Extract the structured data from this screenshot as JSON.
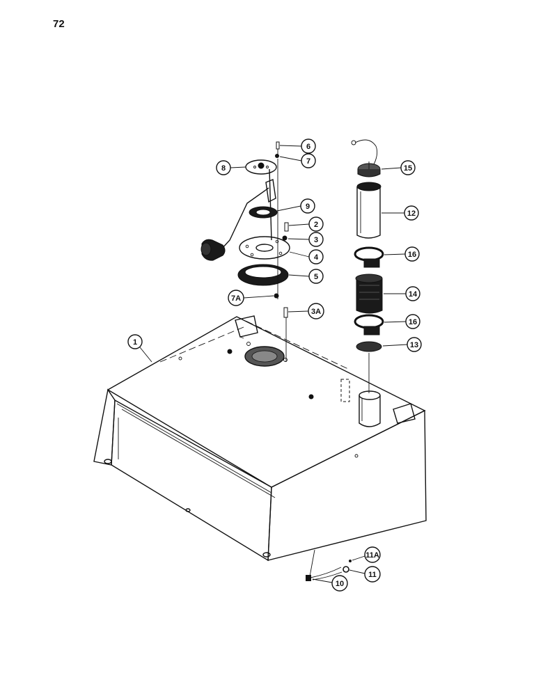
{
  "page": {
    "number": "72"
  },
  "colors": {
    "ink": "#111111",
    "paper": "#ffffff",
    "dark_fill": "#1a1a1a",
    "mid_fill": "#555555"
  },
  "callouts": {
    "c1": "1",
    "c2": "2",
    "c3": "3",
    "c3a": "3A",
    "c4": "4",
    "c5": "5",
    "c6": "6",
    "c7": "7",
    "c7a": "7A",
    "c8": "8",
    "c9": "9",
    "c10": "10",
    "c11": "11",
    "c11a": "11A",
    "c12": "12",
    "c13": "13",
    "c14": "14",
    "c15": "15",
    "c16a": "16",
    "c16b": "16"
  }
}
